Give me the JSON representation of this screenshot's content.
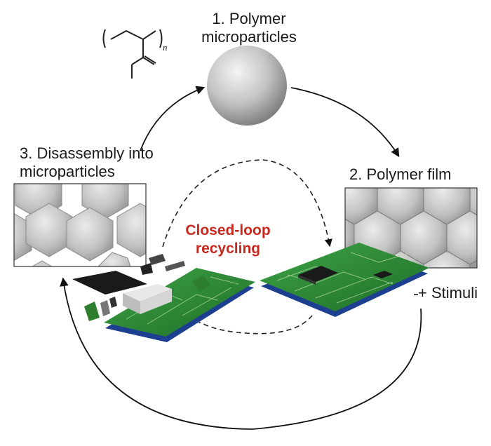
{
  "labels": {
    "step1_line1": "1. Polymer",
    "step1_line2": "microparticles",
    "step2": "2. Polymer film",
    "step3_line1": "3. Disassembly into",
    "step3_line2": "microparticles",
    "center_line1": "Closed-loop",
    "center_line2": "recycling",
    "stimuli": "+ Stimuli",
    "subscript_n": "n"
  },
  "colors": {
    "text": "#1a1a1a",
    "accent_red": "#c8281e",
    "pcb_green": "#2f8a35",
    "pcb_edge": "#1d3f8f"
  }
}
